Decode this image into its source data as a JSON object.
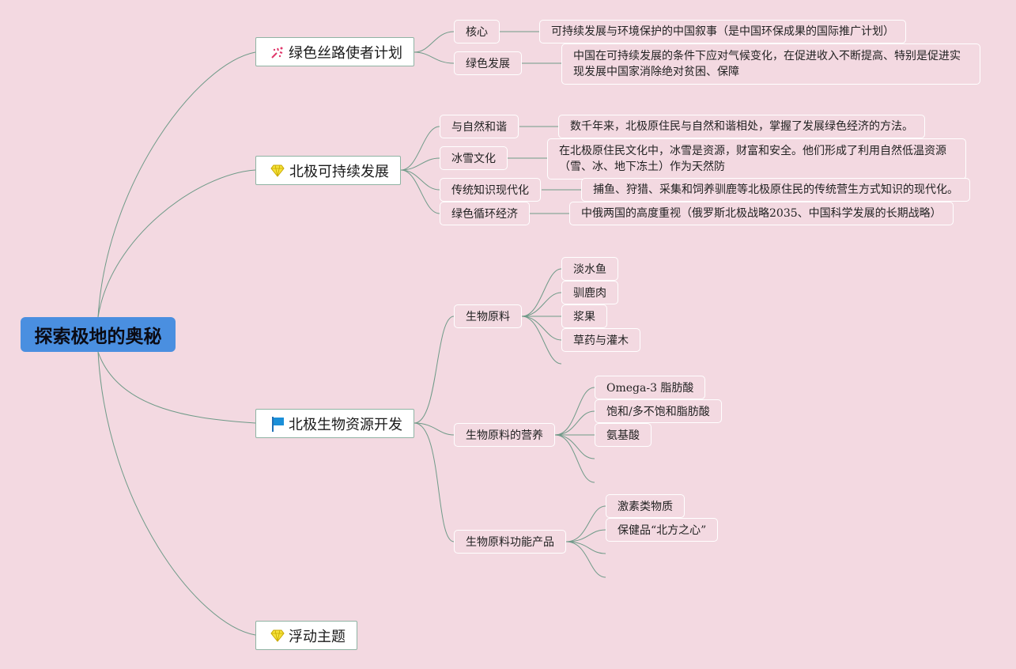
{
  "colors": {
    "background": "#f3d9e1",
    "root_fill": "#4a8fe0",
    "connector": "#6f9a88",
    "topic_border": "#8fb3a3"
  },
  "root": {
    "label": "探索极地的奥秘"
  },
  "topics": [
    {
      "label": "绿色丝路使者计划",
      "icon": "confetti-icon",
      "children": [
        {
          "label": "核心",
          "detail": "可持续发展与环境保护的中国叙事（是中国环保成果的国际推广计划）"
        },
        {
          "label": "绿色发展",
          "detail": "中国在可持续发展的条件下应对气候变化，在促进收入不断提高、特别是促进实现发展中国家消除绝对贫困、保障"
        }
      ]
    },
    {
      "label": "北极可持续发展",
      "icon": "gem-icon",
      "children": [
        {
          "label": "与自然和谐",
          "detail": "数千年来，北极原住民与自然和谐相处，掌握了发展绿色经济的方法。"
        },
        {
          "label": "冰雪文化",
          "detail": "在北极原住民文化中，冰雪是资源，财富和安全。他们形成了利用自然低温资源（雪、冰、地下冻土）作为天然防"
        },
        {
          "label": "传统知识现代化",
          "detail": "捕鱼、狩猎、采集和饲养驯鹿等北极原住民的传统营生方式知识的现代化。"
        },
        {
          "label": "绿色循环经济",
          "detail": "中俄两国的高度重视（俄罗斯北极战略2035、中国科学发展的长期战略）"
        }
      ]
    },
    {
      "label": "北极生物资源开发",
      "icon": "flag-icon",
      "children": [
        {
          "label": "生物原料",
          "items": [
            "淡水鱼",
            "驯鹿肉",
            "浆果",
            "草药与灌木"
          ]
        },
        {
          "label": "生物原料的营养",
          "items": [
            "Omega-3 脂肪酸",
            "饱和/多不饱和脂肪酸",
            "氨基酸"
          ]
        },
        {
          "label": "生物原料功能产品",
          "items": [
            "激素类物质",
            "保健品“北方之心”"
          ]
        }
      ]
    },
    {
      "label": "浮动主题",
      "icon": "gem-icon",
      "children": []
    }
  ]
}
